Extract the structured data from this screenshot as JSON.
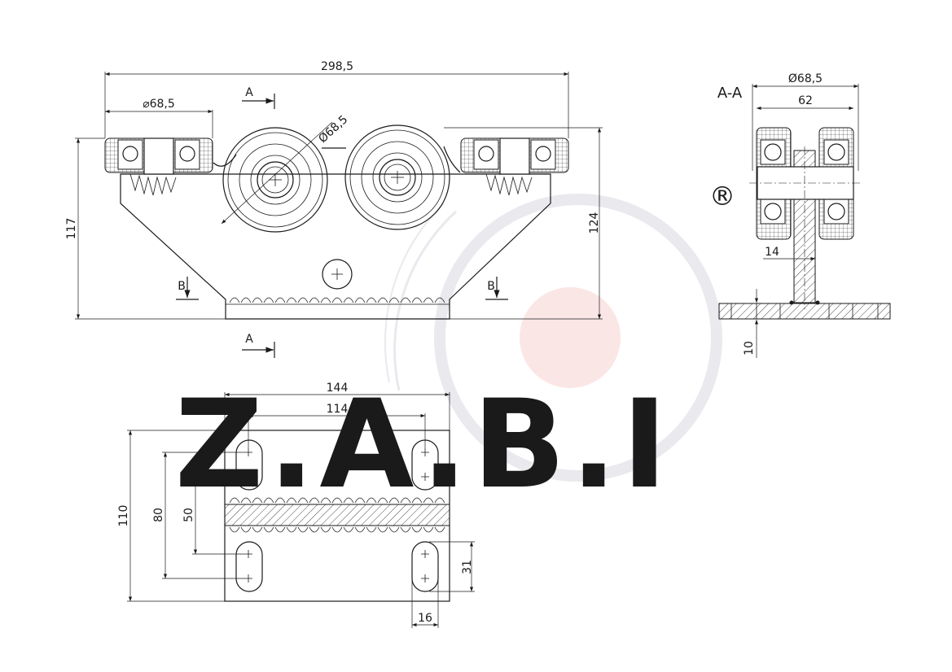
{
  "section_title": "A-A",
  "registered_mark": "®",
  "watermark_text": "Z.A.B.I",
  "colors": {
    "line": "#1a1a1a",
    "watermark": "#e6e6ec",
    "watermark_accent": "#fbe6e6"
  },
  "front_view": {
    "overall_width": "298,5",
    "left_wheel_diameter": "⌀68,5",
    "center_wheel_diameter": "Ø68,5",
    "left_height": "117",
    "right_height": "124",
    "section_mark_a": "A",
    "section_mark_b": "B"
  },
  "side_view": {
    "wheel_diameter": "Ø68,5",
    "width": "62",
    "web_thickness": "14",
    "plate_thickness": "10"
  },
  "plate_view": {
    "plate_width": "144",
    "hole_spacing_x": "114",
    "plate_height": "110",
    "hole_outer_span": "80",
    "hole_inner_span": "50",
    "slot_length": "31",
    "slot_width": "16"
  }
}
